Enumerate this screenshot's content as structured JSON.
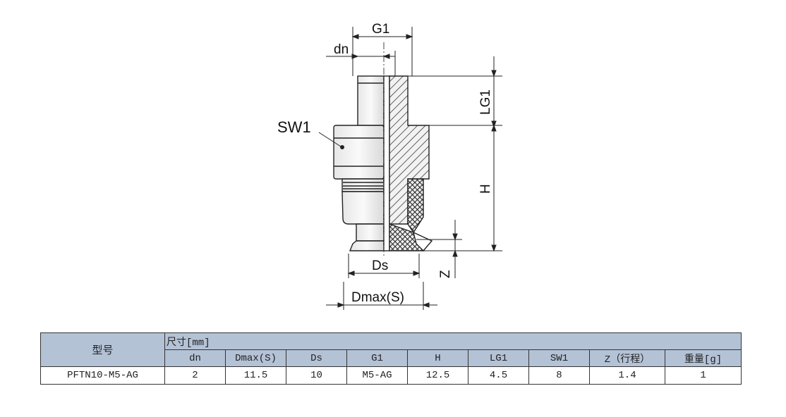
{
  "drawing": {
    "labels": {
      "g1": "G1",
      "dn": "dn",
      "sw1": "SW1",
      "lg1": "LG1",
      "h": "H",
      "ds": "Ds",
      "z": "Z",
      "dmax": "Dmax(S)"
    }
  },
  "table": {
    "model_header": "型号",
    "dims_header": "尺寸[mm]",
    "columns": [
      "dn",
      "Dmax(S)",
      "Ds",
      "G1",
      "H",
      "LG1",
      "SW1",
      "Z（行程）",
      "重量[g]"
    ],
    "rows": [
      {
        "model": "PFTN10-M5-AG",
        "values": [
          "2",
          "11.5",
          "10",
          "M5-AG",
          "12.5",
          "4.5",
          "8",
          "1.4",
          "1"
        ]
      }
    ]
  }
}
